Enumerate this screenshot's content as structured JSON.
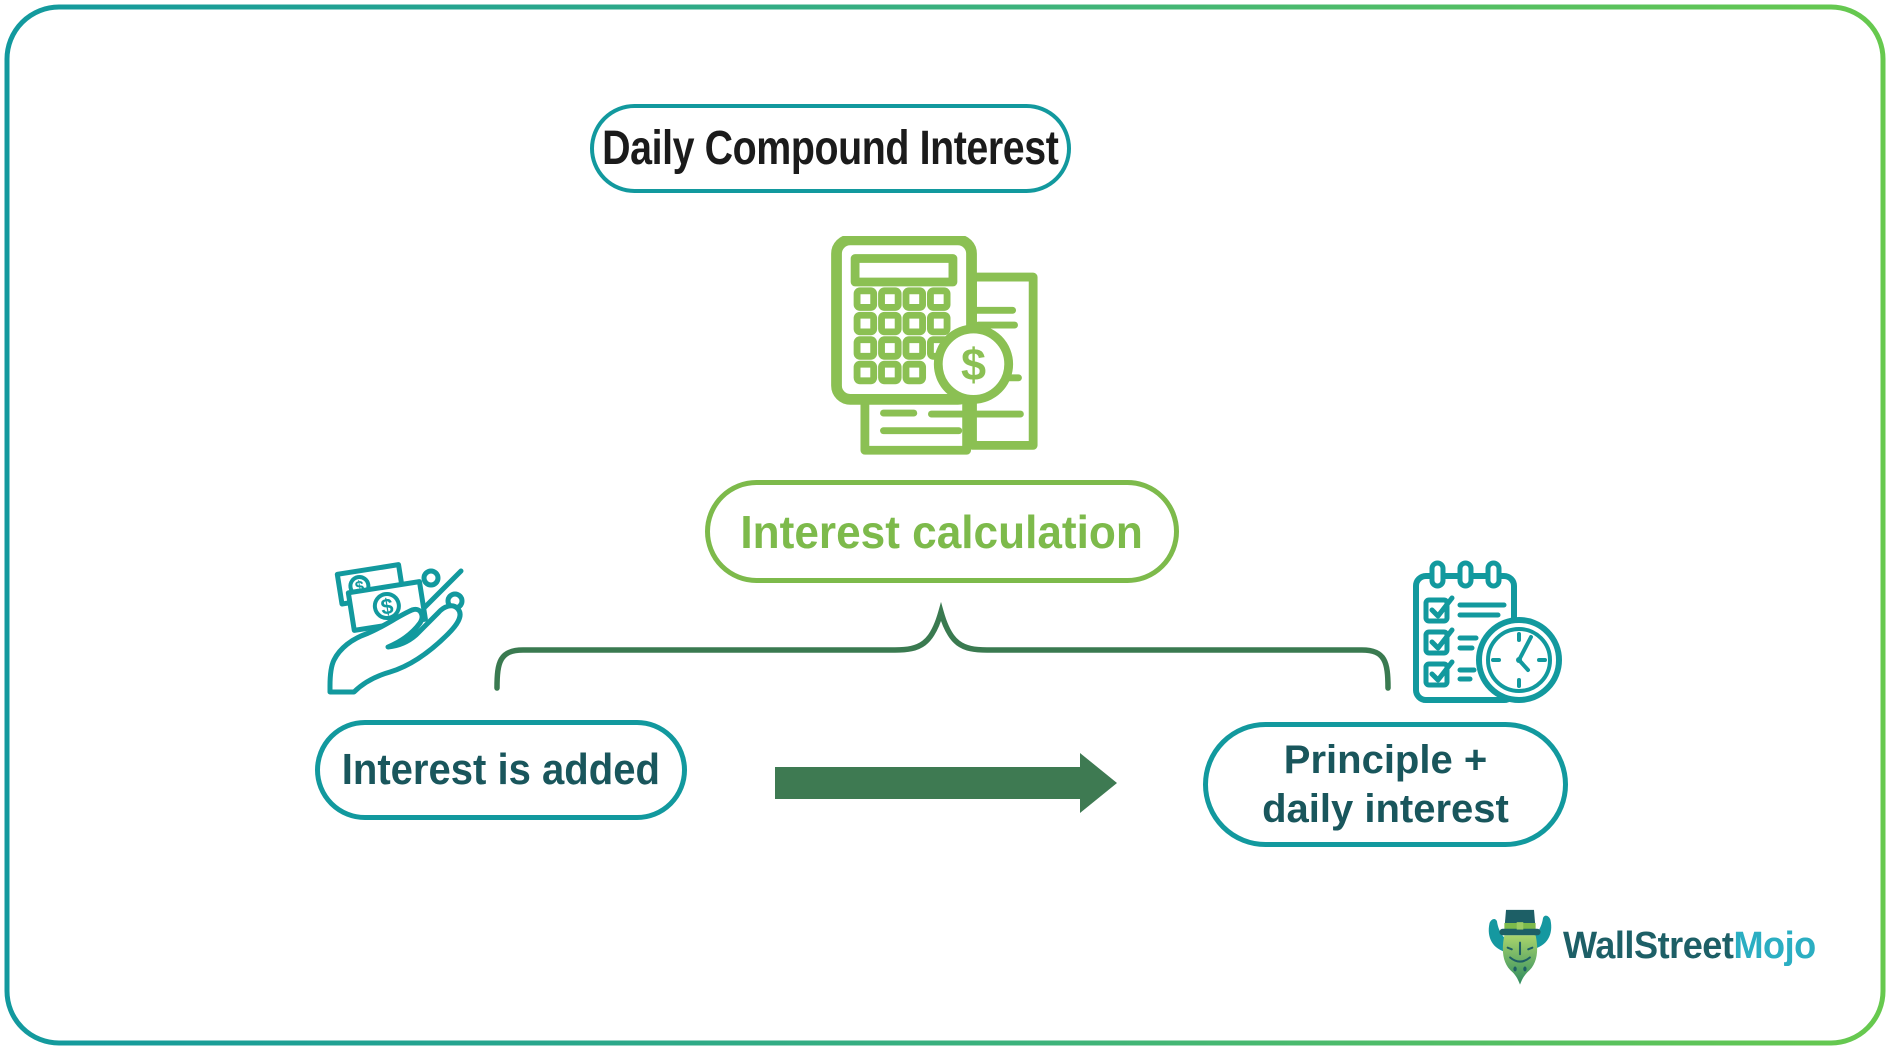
{
  "frame": {
    "background": "#FFFFFF",
    "border_gradient_start": "#12999E",
    "border_gradient_end": "#67C94E"
  },
  "title": {
    "label": "Daily Compound Interest",
    "text_color": "#1B1B1B",
    "border_color": "#12999E"
  },
  "diagram": {
    "top": {
      "icon": "calculator-invoice-dollar-icon",
      "icon_color": "#8BC053",
      "pill_label": "Interest calculation",
      "pill_color": "#7DBA4B"
    },
    "left": {
      "icon": "hand-money-percent-icon",
      "icon_color": "#12999E",
      "pill_label": "Interest is added",
      "pill_border_color": "#12999E",
      "pill_text_color": "#19565C"
    },
    "right": {
      "icon": "checklist-clock-icon",
      "icon_color": "#12999E",
      "pill_label_line1": "Principle +",
      "pill_label_line2": "daily interest",
      "pill_border_color": "#12999E",
      "pill_text_color": "#19565C"
    },
    "connector": {
      "brace_color": "#3A7A50",
      "arrow_color": "#3E7A52",
      "arrow_direction": "right"
    }
  },
  "logo": {
    "icon": "wallstreetmojo-bull-icon",
    "brand_part1": "WallStreet",
    "brand_part2": "Mojo",
    "part1_color": "#1D5F66",
    "part2_color": "#2BAEC2"
  }
}
